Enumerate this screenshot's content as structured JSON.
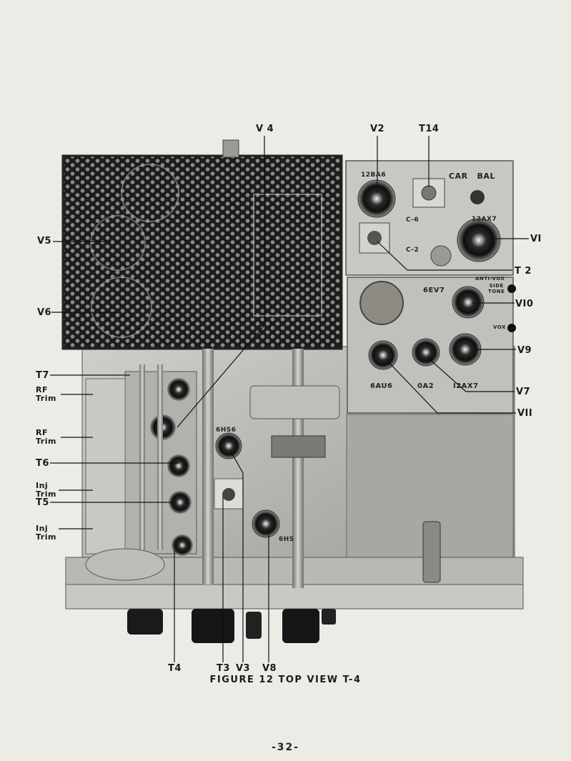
{
  "figure": {
    "caption": "FIGURE 12  TOP VIEW  T-4",
    "page_number": "-32-"
  },
  "callouts": {
    "v4": "V 4",
    "v2": "V2",
    "t14": "T14",
    "v5": "V5",
    "v1": "VI",
    "t2": "T 2",
    "v6": "V6",
    "v10": "VI0",
    "v9": "V9",
    "t7": "T7",
    "rf_trim_1": "RF\nTrim",
    "rf_trim_2": "RF\nTrim",
    "v7": "V7",
    "v11": "VII",
    "t6": "T6",
    "inj_trim_1": "Inj\nTrim",
    "t5": "T5",
    "inj_trim_2": "Inj\nTrim",
    "t4": "T4",
    "t3": "T3",
    "v3": "V3",
    "v8": "V8"
  },
  "chassis_markings": {
    "tube_12ba6": "12BA6",
    "car_bal": "CAR   BAL",
    "c6": "C-6",
    "c2": "C-2",
    "tube_12ax7_top": "12AX7",
    "tube_6ev7": "6EV7",
    "anti_vox": "ANTI-VOX",
    "side_tone": "SIDE\nTONE",
    "vox": "VOX",
    "tube_6au6": "6AU6",
    "tube_0a2": "0A2",
    "tube_12ax7_mid": "I2AX7",
    "tube_6hs6": "6HS6",
    "tube_6hs_lower": "6HS"
  }
}
